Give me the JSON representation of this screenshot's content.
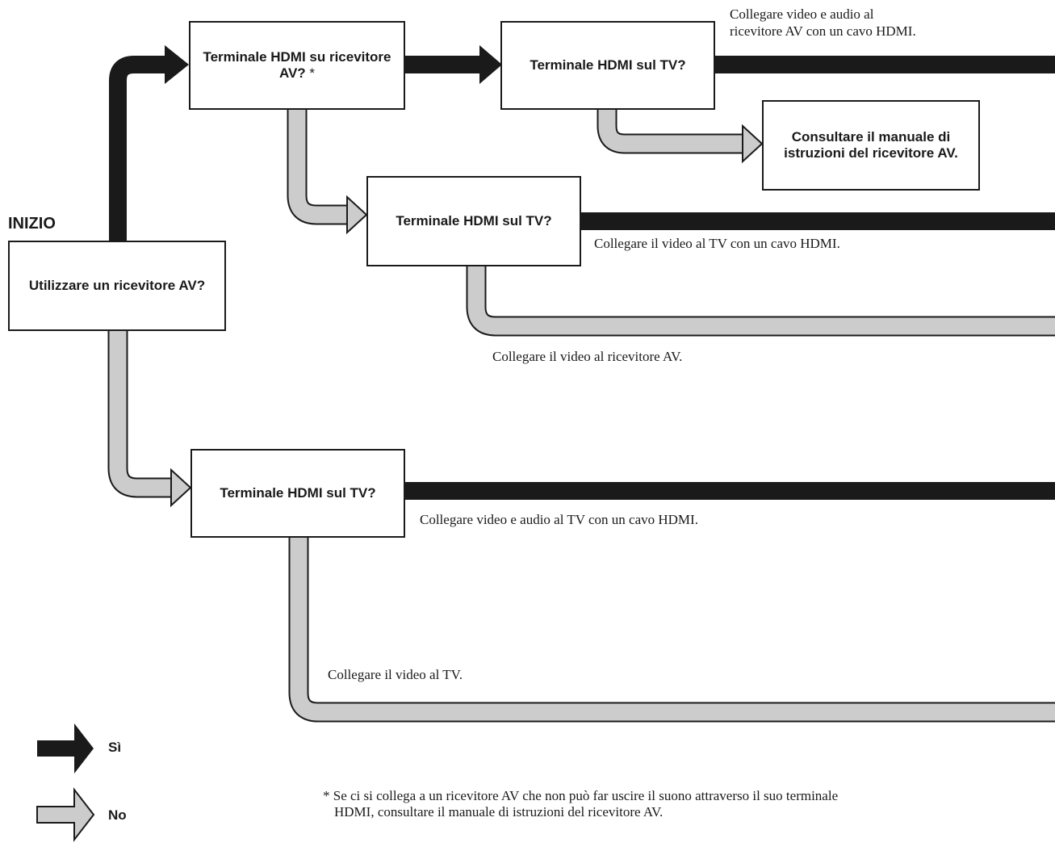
{
  "colors": {
    "yes": "#1a1a1a",
    "no": "#cccccc",
    "outline": "#1a1a1a"
  },
  "start_label": "INIZIO",
  "nodes": {
    "use_av_receiver": "Utilizzare un ricevitore AV?",
    "hdmi_on_receiver": "Terminale HDMI su ricevitore AV?",
    "hdmi_on_receiver_mark": "*",
    "hdmi_tv_after_receiver": "Terminale HDMI sul TV?",
    "consult_manual": "Consultare il manuale di istruzioni del ricevitore AV.",
    "hdmi_tv_no_hdmi_receiver": "Terminale HDMI sul TV?",
    "hdmi_tv_no_receiver": "Terminale HDMI sul TV?"
  },
  "outcomes": {
    "video_audio_receiver_hdmi_line1": "Collegare video e audio al",
    "video_audio_receiver_hdmi_line2": "ricevitore AV con un cavo HDMI.",
    "video_tv_hdmi": "Collegare il video al TV con un cavo HDMI.",
    "video_receiver": "Collegare il video al ricevitore AV.",
    "video_audio_tv_hdmi": "Collegare video e audio al TV con un cavo HDMI.",
    "video_tv": "Collegare il video al TV."
  },
  "legend": {
    "yes": "Sì",
    "no": "No"
  },
  "footnote": "* Se ci si collega a un ricevitore AV che non può far uscire il suono attraverso il suo terminale HDMI, consultare il manuale di istruzioni del ricevitore AV."
}
